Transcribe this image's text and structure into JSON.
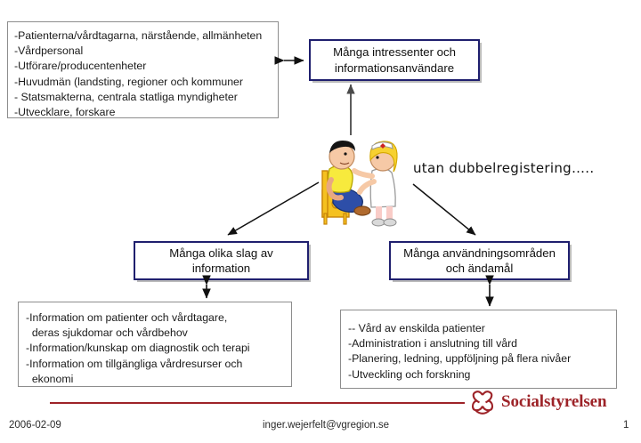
{
  "slide": {
    "title": "Många intressenter och informationsanvändare",
    "caption": "utan dubbelregistering….."
  },
  "boxes": {
    "stakeholders_list": {
      "name": "stakeholders-list-box",
      "items": [
        "-Patienterna/vårdtagarna, närstående, allmänheten",
        "-Vårdpersonal",
        "-Utförare/producentenheter",
        "-Huvudmän (landsting, regioner och kommuner",
        "- Statsmakterna, centrala statliga myndigheter",
        "-Utvecklare, forskare"
      ]
    },
    "stakeholders_title": {
      "line1": "Många intressenter och",
      "line2": "informationsanvändare"
    },
    "information_title": {
      "line1": "Många olika slag av",
      "line2": "information"
    },
    "usage_title": {
      "line1": "Många användningsområden",
      "line2": "och ändamål"
    },
    "information_list": {
      "items": [
        "-Information om patienter och vårdtagare,",
        "  deras sjukdomar och vårdbehov",
        "-Information/kunskap om diagnostik och terapi",
        "-Information om tillgängliga vårdresurser och",
        "  ekonomi"
      ]
    },
    "usage_list": {
      "items": [
        "-- Vård av enskilda patienter",
        "-Administration i anslutning till vård",
        "-Planering, ledning, uppföljning på flera nivåer",
        "-Utveckling och forskning"
      ]
    }
  },
  "clipart": {
    "name": "nurse-examining-patient-illustration"
  },
  "footer": {
    "date": "2006-02-09",
    "email": "inger.wejerfelt@vgregion.se",
    "page": "1",
    "organization": "Socialstyrelsen"
  },
  "colors": {
    "navy_border": "#1f1f6e",
    "gray_border": "#8d8d8d",
    "brand_red": "#9d2328",
    "arrow": "#111111"
  }
}
